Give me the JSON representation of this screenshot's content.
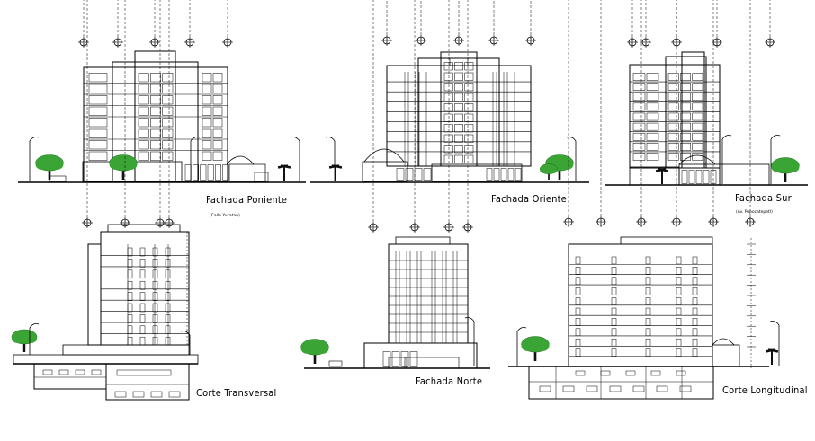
{
  "labels": {
    "poniente": "Fachada Poniente",
    "poniente_sub": "(Calle Yucatan)",
    "oriente": "Fachada Oriente",
    "sur": "Fachada Sur",
    "sur_sub": "(Av. Popocatepetl)",
    "transversal": "Corte Transversal",
    "norte": "Fachada Norte",
    "longitudinal": "Corte Longitudinal"
  },
  "colors": {
    "line": "#000000",
    "tree": "#3aa535",
    "trunk": "#111111"
  }
}
